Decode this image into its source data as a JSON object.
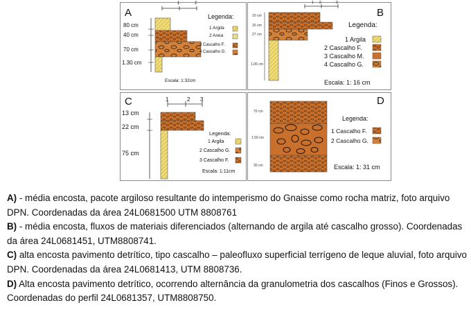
{
  "figure": {
    "panel_a": {
      "letter": "A",
      "depths": [
        "80 cm",
        "40 cm",
        "70 cm",
        "1.30 cm"
      ],
      "legend_title": "Legenda:",
      "legend": [
        "1 Argila",
        "2 Areia",
        "3 Cascalho F.",
        "4 Cascalho G."
      ],
      "scale": "Escala: 1:32cm",
      "ruler": [
        "1",
        "2"
      ]
    },
    "panel_b": {
      "letter": "B",
      "depths": [
        "10 cm",
        "15 cm",
        "27 cm",
        "1,06 cm"
      ],
      "legend_title": "Legenda:",
      "legend": [
        "1 Argila",
        "2 Cascalho F.",
        "3 Cascalho M.",
        "4 Cascalho G."
      ],
      "scale": "Escala: 1: 16 cm",
      "ruler": [
        "1",
        "2",
        "3"
      ]
    },
    "panel_c": {
      "letter": "C",
      "depths": [
        "13 cm",
        "22 cm",
        "75 cm"
      ],
      "legend_title": "Legenda:",
      "legend": [
        "1 Argila",
        "2 Cascalho G.",
        "3 Cascalho F."
      ],
      "scale": "Escala: 1:11cm",
      "ruler": [
        "1",
        "2",
        "3"
      ]
    },
    "panel_d": {
      "letter": "D",
      "depths": [
        "70 cm",
        "1.50 cm",
        "30 cm"
      ],
      "legend_title": "Legenda:",
      "legend": [
        "1 Cascalho F.",
        "2 Cascalho G."
      ],
      "scale": "Escala: 1: 31 cm"
    }
  },
  "colors": {
    "clay": "#f0dc78",
    "sand": "#f4ea9c",
    "gravel_fine": "#c8702c",
    "gravel_coarse": "#d2803a",
    "border": "#8a8a8a"
  },
  "caption": [
    {
      "tag": "A)",
      "text": " - média encosta, pacote argiloso resultante do intemperismo do Gnaisse como rocha matriz, foto arquivo DPN. Coordenadas da área 24L0681500 UTM 8808761"
    },
    {
      "tag": "B)",
      "text": " - média encosta, fluxos de materiais diferenciados (alternando de argila até cascalho grosso). Coordenadas da área 24L0681451, UTM8808741."
    },
    {
      "tag": "C)",
      "text": " alta encosta pavimento detrítico, tipo cascalho – paleofluxo superficial terrígeno de leque aluvial, foto arquivo DPN. Coordenadas da área 24L0681413, UTM 8808736."
    },
    {
      "tag": "D)",
      "text": " Alta encosta pavimento detrítico, ocorrendo alternância da granulometria dos cascalhos (Finos e Grossos). Coordenadas do perfil 24L0681357, UTM8808750."
    }
  ]
}
